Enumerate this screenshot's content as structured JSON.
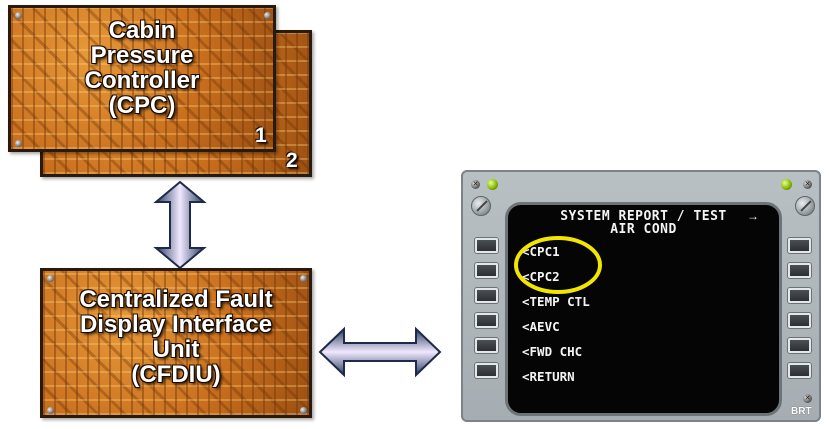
{
  "cpc_box": {
    "lines": [
      "Cabin",
      "Pressure",
      "Controller",
      "(CPC)"
    ],
    "unit_1": "1",
    "unit_2": "2"
  },
  "cfdiu_box": {
    "lines": [
      "Centralized Fault",
      "Display Interface",
      "Unit",
      "(CFDIU)"
    ]
  },
  "cdu": {
    "title_line1": "SYSTEM REPORT / TEST",
    "title_arrow": "→",
    "title_line2": "AIR COND",
    "menu": [
      "<CPC1",
      "<CPC2",
      "<TEMP CTL",
      "<AEVC",
      "<FWD CHC",
      "<RETURN"
    ],
    "brt_label": "BRT",
    "highlight_color": "#f2e600"
  },
  "colors": {
    "board": "#c86f1e",
    "arrow_light": "#f0e8ff",
    "arrow_dark": "#2d3e63"
  }
}
